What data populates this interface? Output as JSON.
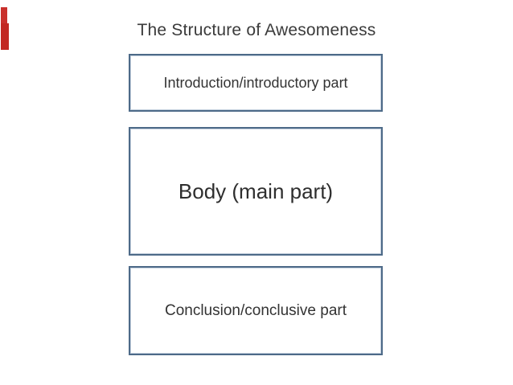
{
  "slide": {
    "title": "The Structure of Awesomeness",
    "boxes": [
      {
        "id": "introduction",
        "label": "Introduction/introductory part"
      },
      {
        "id": "body",
        "label": "Body (main part)"
      },
      {
        "id": "conclusion",
        "label": "Conclusion/conclusive part"
      }
    ],
    "accents": {
      "red_bar_count": 2
    },
    "colors": {
      "background": "#ffffff",
      "box_border": "#4d6a88",
      "box_border_inner": "#c4d0de",
      "text": "#333333",
      "title_text": "#3b3b3b",
      "accent_red": "#c9302c"
    }
  }
}
